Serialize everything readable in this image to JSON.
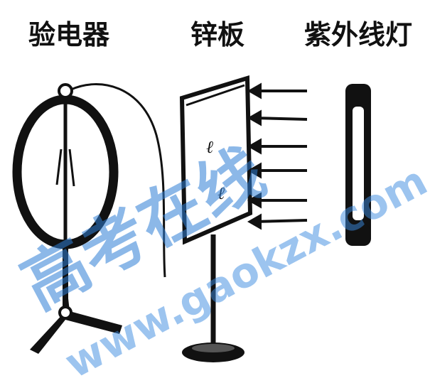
{
  "labels": {
    "electroscope": "验电器",
    "zinc_plate": "锌板",
    "uv_lamp": "紫外线灯"
  },
  "watermark": {
    "text_cn": "高考在线",
    "url": "www.gaokzx.com",
    "color": "#2f7fd6"
  },
  "colors": {
    "ink": "#111111",
    "background": "#ffffff"
  }
}
